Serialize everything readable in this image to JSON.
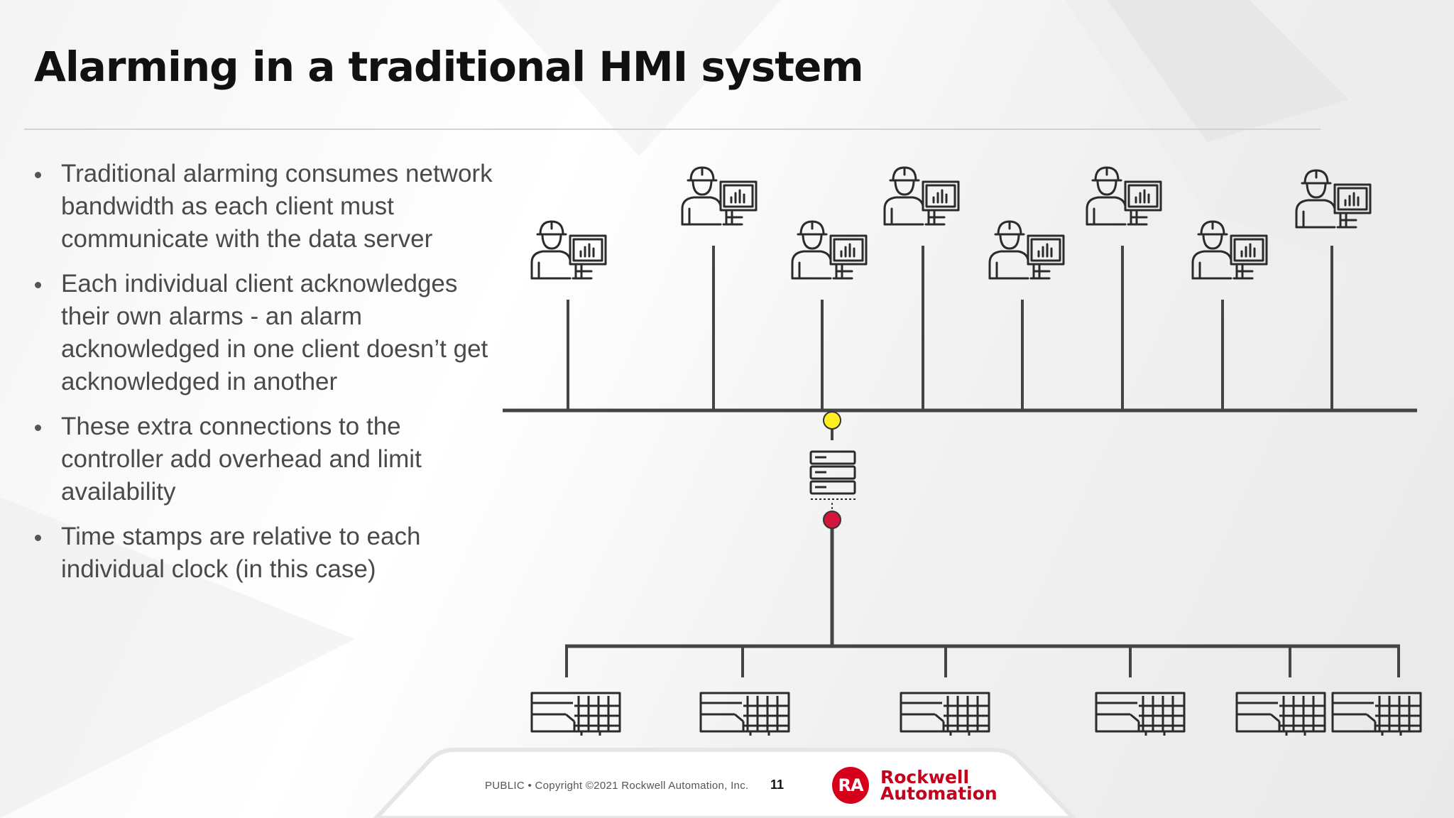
{
  "title": "Alarming in a traditional HMI system",
  "bullets": [
    "Traditional alarming consumes network bandwidth as each client must communicate with the data server",
    "Each individual client acknowledges their own alarms - an alarm acknowledged in one client doesn’t get acknowledged in another",
    "These extra connections to the controller add overhead and limit availability",
    "Time stamps are relative to each individual clock (in this case)"
  ],
  "diagram": {
    "client_count": 8,
    "controller_count": 6,
    "colors": {
      "line": "#444444",
      "icon_stroke": "#2b2b2b",
      "client_connection_dot": "#ffee22",
      "controller_connection_dot": "#d4163f"
    },
    "icons": {
      "client": "operator-workstation-icon",
      "server": "server-icon",
      "controller": "plc-controller-icon"
    }
  },
  "footer": {
    "text": "PUBLIC • Copyright ©2021 Rockwell Automation, Inc.",
    "page_number": "11"
  },
  "logo": {
    "badge": "RA",
    "line1": "Rockwell",
    "line2": "Automation",
    "color": "#c4001a"
  }
}
